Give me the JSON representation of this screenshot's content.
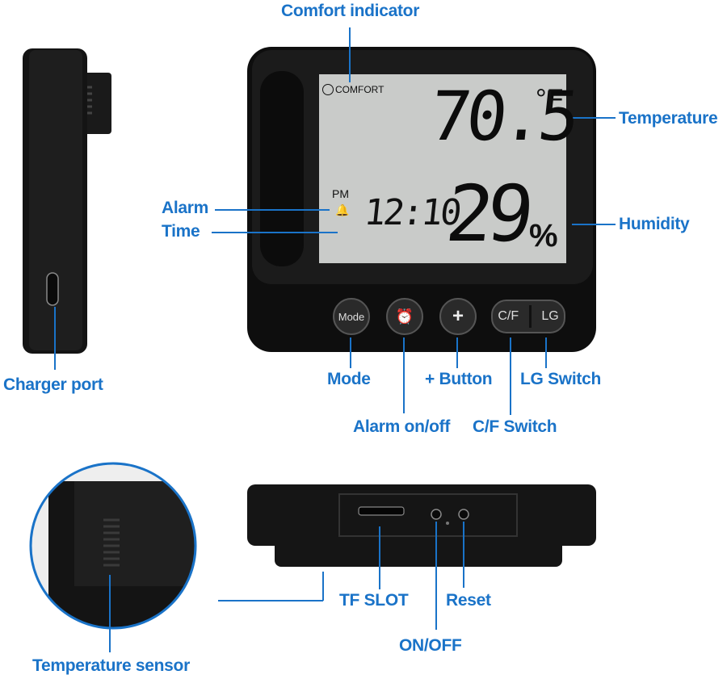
{
  "labels": {
    "comfort_indicator": "Comfort indicator",
    "temperature": "Temperature",
    "humidity": "Humidity",
    "alarm": "Alarm",
    "time": "Time",
    "charger_port": "Charger port",
    "mode": "Mode",
    "alarm_onoff": "Alarm on/off",
    "plus_button": "+ Button",
    "cf_switch": "C/F Switch",
    "lg_switch": "LG Switch",
    "tf_slot": "TF SLOT",
    "reset": "Reset",
    "onoff": "ON/OFF",
    "temperature_sensor": "Temperature sensor"
  },
  "display": {
    "comfort": "COMFORT",
    "temperature": "70.5",
    "temp_unit": "°F",
    "ampm": "PM",
    "time": "12:10",
    "humidity": "29",
    "humidity_unit": "%"
  },
  "buttons": {
    "mode": "Mode",
    "plus": "+",
    "cf": "C/F",
    "lg": "LG"
  },
  "colors": {
    "accent": "#1a73c8",
    "lcd": "#c9cbc9",
    "device": "#111111"
  }
}
